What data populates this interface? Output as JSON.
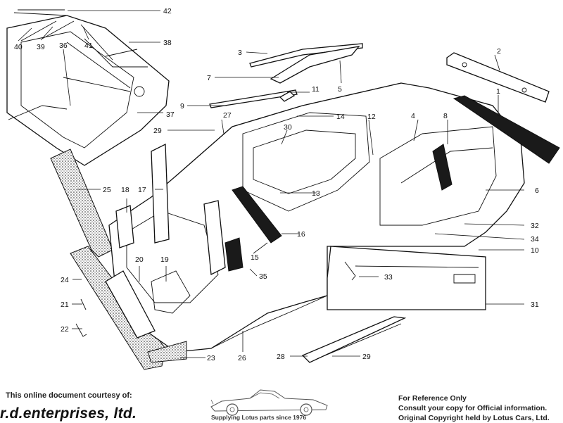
{
  "callouts": {
    "c1": "1",
    "c2": "2",
    "c3": "3",
    "c4": "4",
    "c5": "5",
    "c6": "6",
    "c7": "7",
    "c8": "8",
    "c9": "9",
    "c10": "10",
    "c11": "11",
    "c12": "12",
    "c13": "13",
    "c14": "14",
    "c15": "15",
    "c16": "16",
    "c17": "17",
    "c18": "18",
    "c19": "19",
    "c20": "20",
    "c21": "21",
    "c22": "22",
    "c23": "23",
    "c24": "24",
    "c25": "25",
    "c26": "26",
    "c27": "27",
    "c28": "28",
    "c29": "29",
    "c29b": "29",
    "c30": "30",
    "c31": "31",
    "c32": "32",
    "c33": "33",
    "c34": "34",
    "c35": "35",
    "c36": "36",
    "c37": "37",
    "c38": "38",
    "c39": "39",
    "c40": "40",
    "c41": "41",
    "c42": "42"
  },
  "footer": {
    "courtesy": "This online document courtesy of:",
    "company": "r.d.enterprises, ltd.",
    "tagline": "Supplying Lotus parts since 1976",
    "reference_lines": [
      "For Reference Only",
      "Consult your copy for Official information.",
      "Original Copyright held by Lotus Cars, Ltd."
    ]
  }
}
